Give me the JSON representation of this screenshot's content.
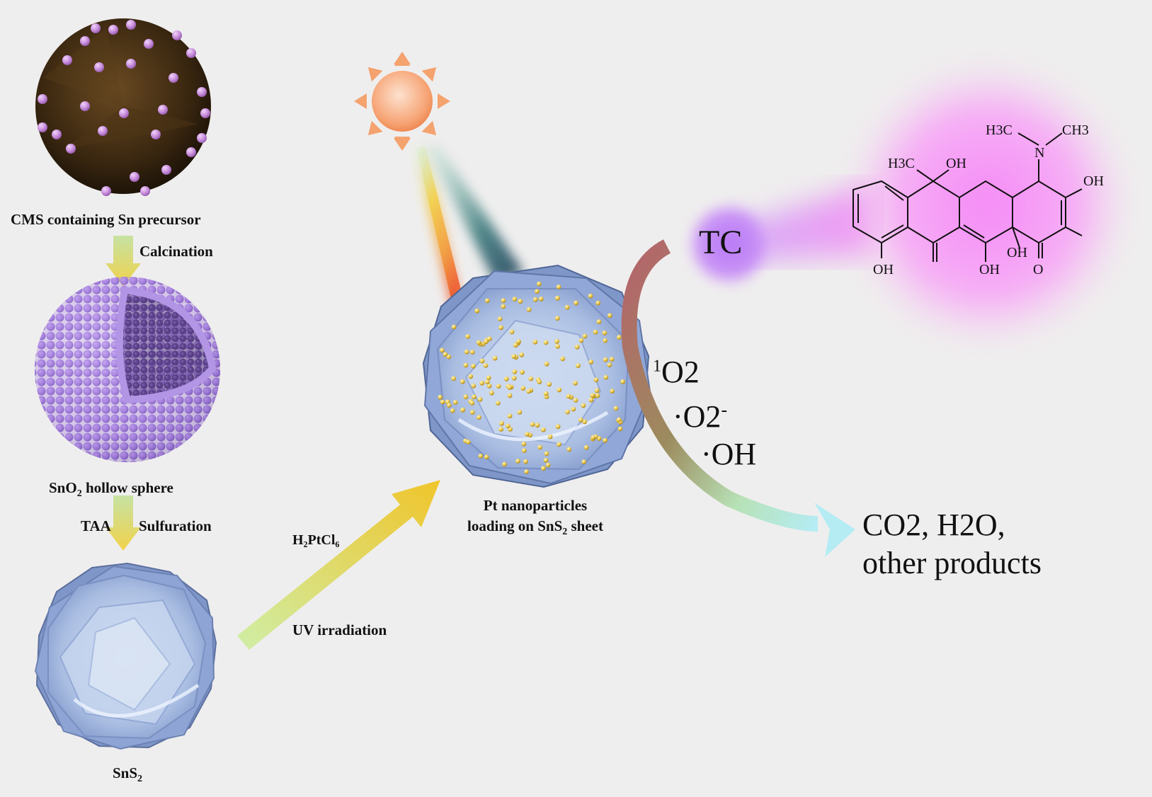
{
  "steps": {
    "cms_label": "CMS containing Sn precursor",
    "calcination_label": "Calcination",
    "sno2_label_pre": "SnO",
    "sno2_label_sub": "2",
    "sno2_label_post": " hollow sphere",
    "taa_label": "TAA",
    "sulfuration_label": "Sulfuration",
    "sns2_label_pre": "SnS",
    "sns2_label_sub": "2",
    "h2ptcl6_label": "H₂PtCl₆",
    "uv_label": "UV irradiation",
    "pt_label_line1": "Pt nanoparticles",
    "pt_label_line2_pre": "loading on SnS",
    "pt_label_line2_sub": "2",
    "pt_label_line2_post": " sheet"
  },
  "reaction": {
    "tc_label": "TC",
    "ros_1o2_sup": "1",
    "ros_1o2": "O2",
    "ros_o2_radical": "·O2",
    "ros_o2_charge": "-",
    "ros_oh": "·OH",
    "products_line1": "CO2, H2O,",
    "products_line2": "other products"
  },
  "molecule": {
    "h3c_n_left": "H3C",
    "h3c_n_right": "CH3",
    "n_atom": "N",
    "h3c_ring": "H3C",
    "oh_top": "OH",
    "oh_right": "OH",
    "oh_bottom_left": "OH",
    "oh_bottom_mid": "OH",
    "oh_bottom_mid2": "OH",
    "o_keto": "O"
  },
  "colors": {
    "background": "#efeeee",
    "cms_sphere": "#3d2a12",
    "dots_purple": "#c98fdc",
    "sno2_purple": "#9e79d8",
    "sns2_blue": "#9fb4dc",
    "pt_gold": "#e8c64a",
    "tc_glow": "#e87cf5",
    "sun": "#f6a272"
  }
}
